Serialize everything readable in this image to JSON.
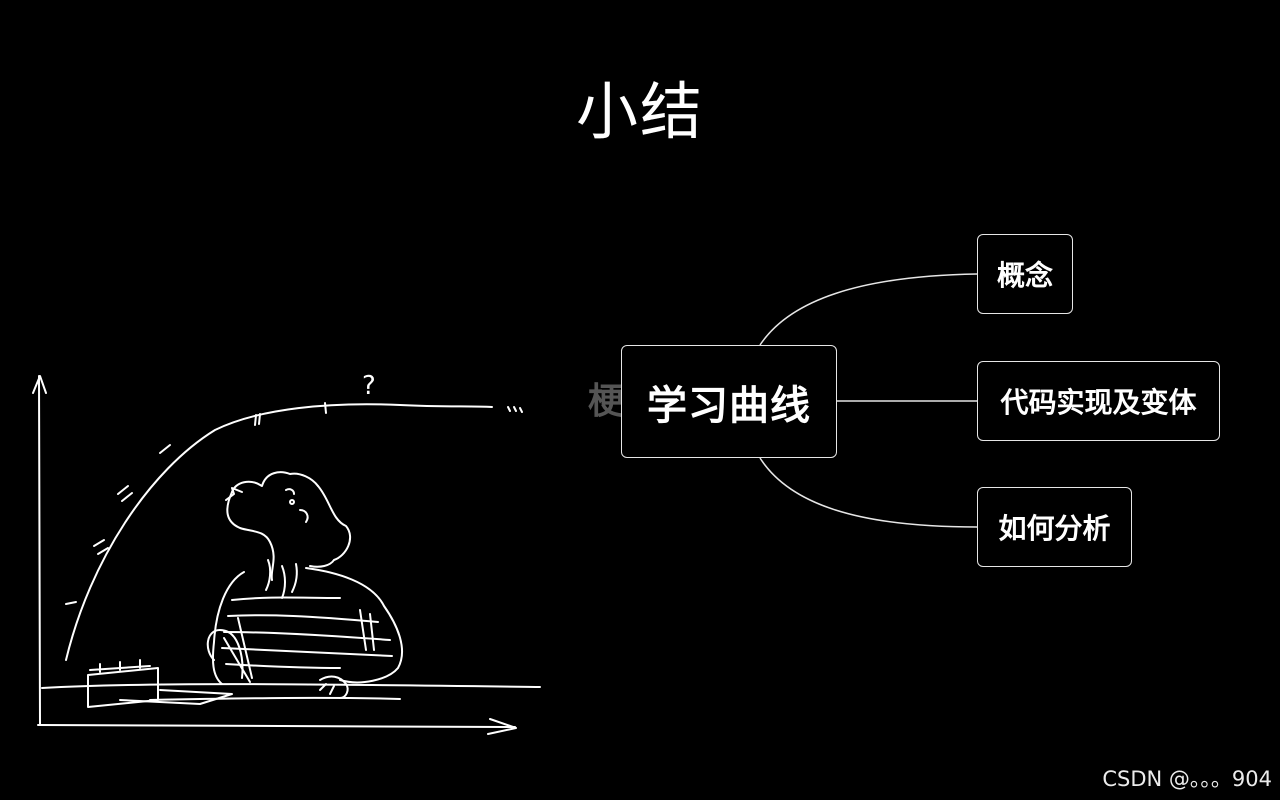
{
  "slide": {
    "title": "小结"
  },
  "mindmap": {
    "ghost_text": "梗直",
    "center": "学习曲线",
    "children": [
      {
        "label": "概念"
      },
      {
        "label": "代码实现及变体"
      },
      {
        "label": "如何分析"
      }
    ]
  },
  "sketch": {
    "question_mark": "?",
    "stroke_color": "#ffffff"
  },
  "watermark": "CSDN @。。。904"
}
